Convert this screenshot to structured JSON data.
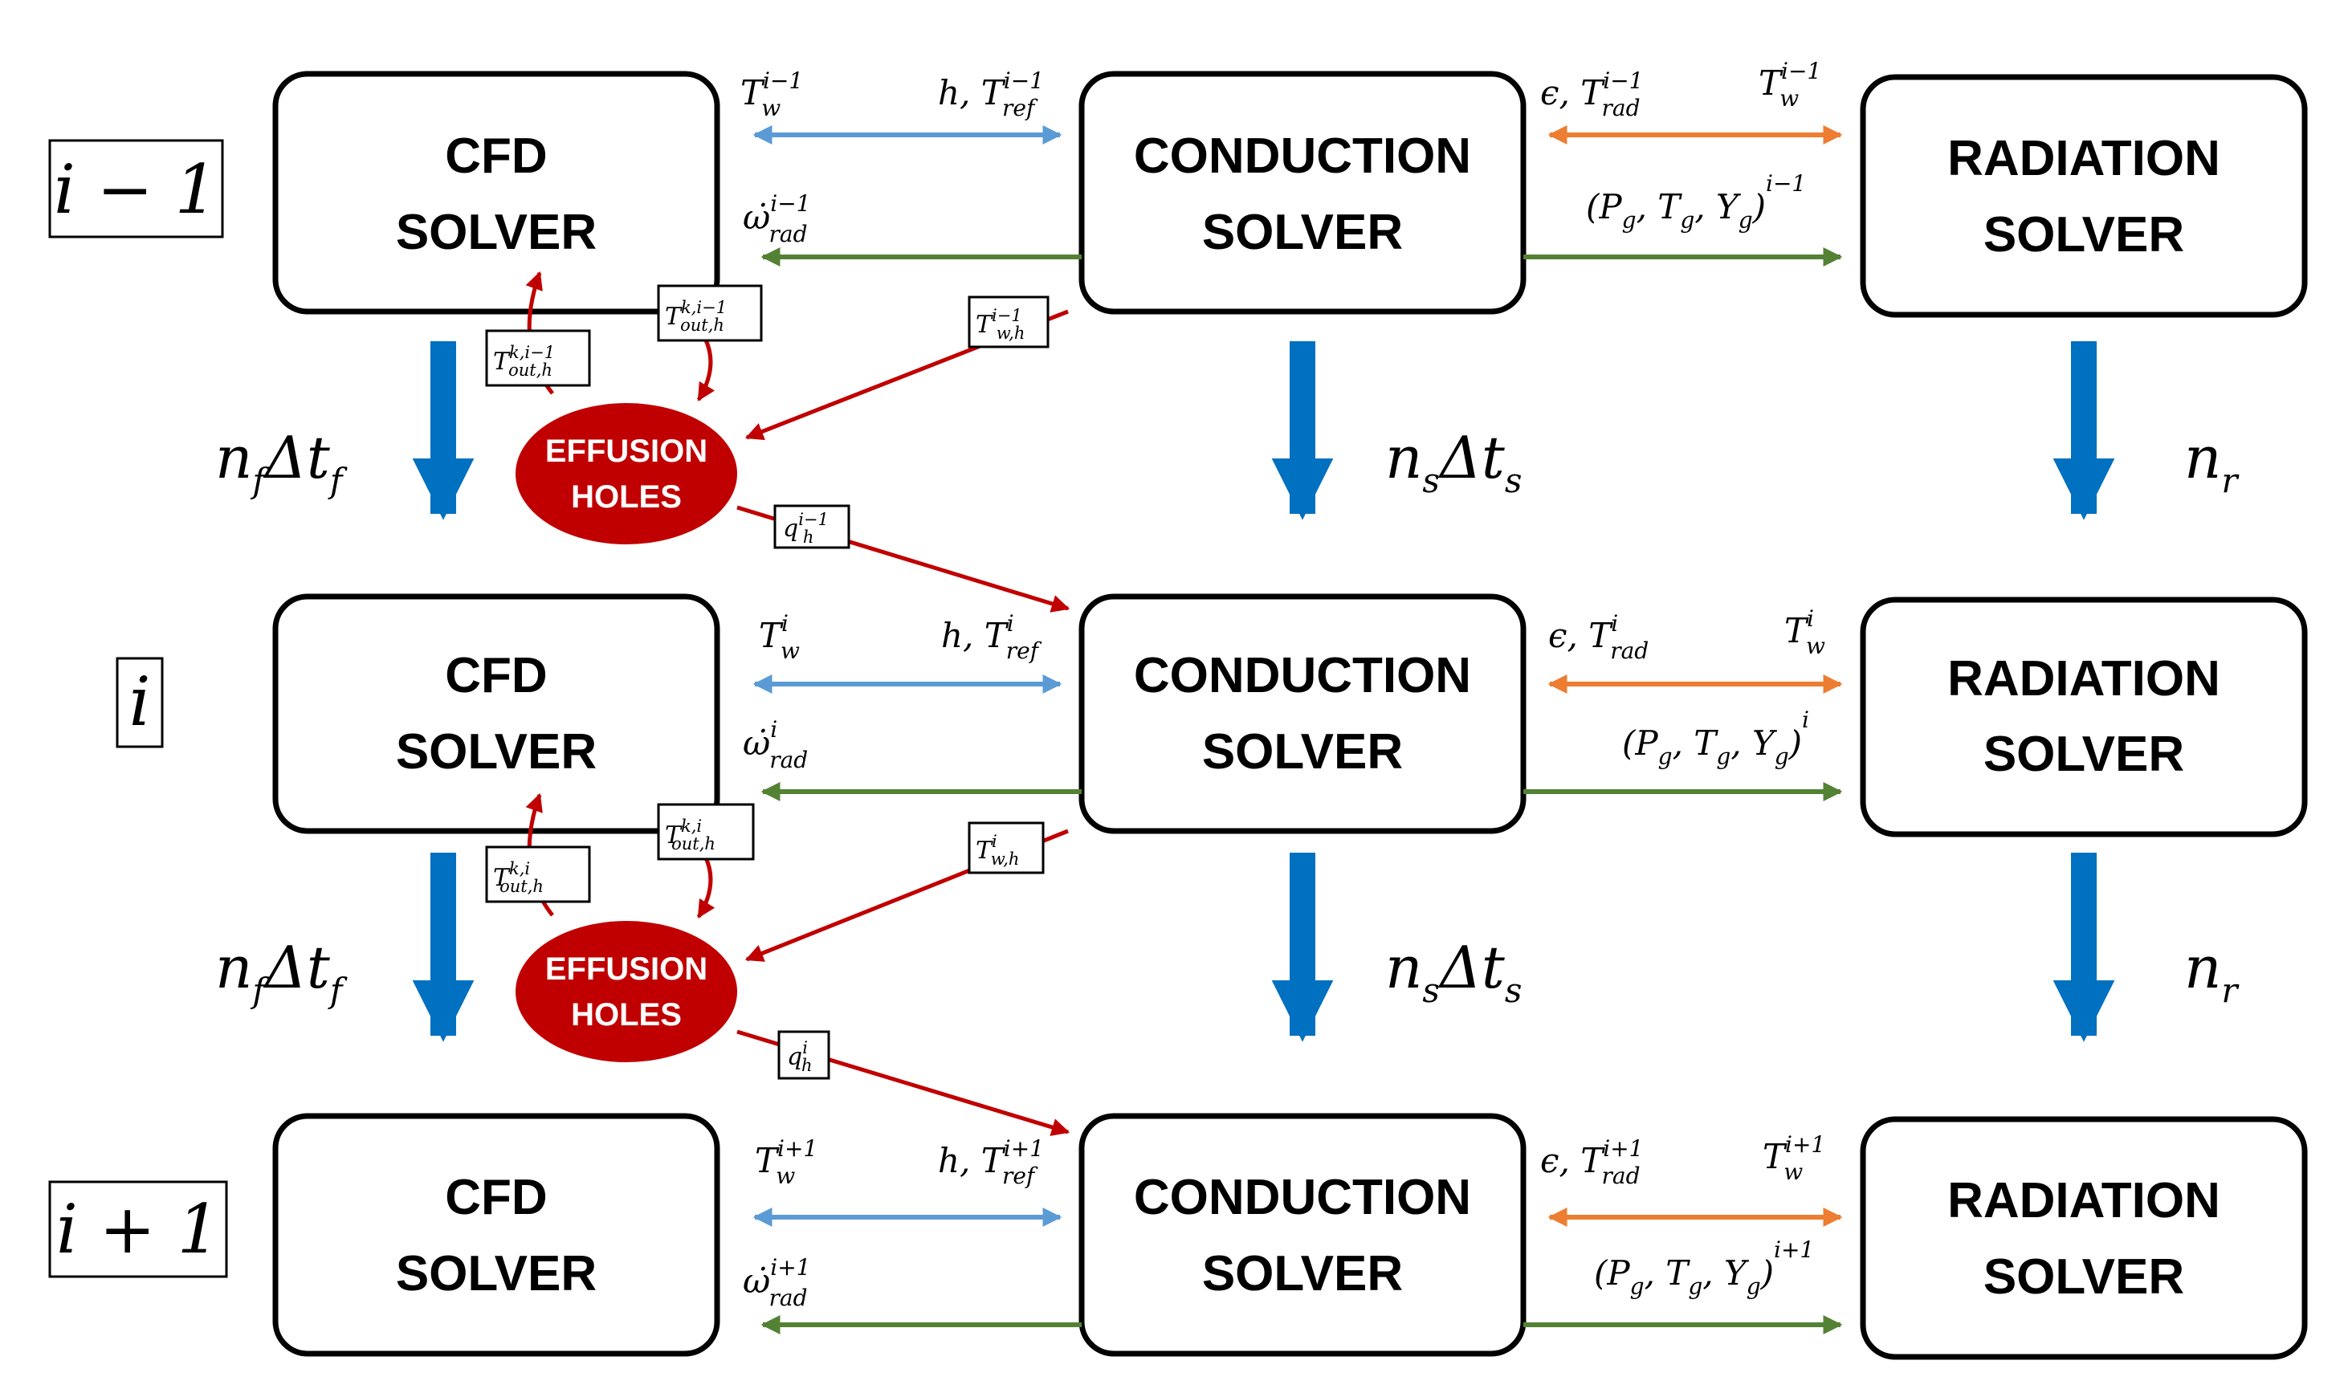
{
  "colors": {
    "coupling_blue": "#5B9BD5",
    "radiation_orange": "#ED7D31",
    "source_green": "#548235",
    "effusion_red": "#C00000",
    "time_advance_blue": "#0070C0"
  },
  "solvers": {
    "cfd": {
      "line1": "CFD",
      "line2": "SOLVER"
    },
    "conduction": {
      "line1": "CONDUCTION",
      "line2": "SOLVER"
    },
    "radiation": {
      "line1": "RADIATION",
      "line2": "SOLVER"
    }
  },
  "effusion": {
    "line1": "EFFUSION",
    "line2": "HOLES"
  },
  "rows": [
    {
      "iteration": "i − 1",
      "sup": "i−1",
      "tout_sup": "k,i−1",
      "tw": {
        "base": "T",
        "sub": "w"
      },
      "h_tref": {
        "prefix": "h, ",
        "base": "T",
        "sub": "ref"
      },
      "eps_trad": {
        "prefix": "ϵ, ",
        "base": "T",
        "sub": "rad"
      },
      "tw_rad": {
        "base": "T",
        "sub": "w"
      },
      "omega_rad": {
        "base": "ω̇",
        "sub": "rad"
      },
      "state": {
        "text": "(P",
        "pg": "g",
        "tg_pre": ", T",
        "tg": "g",
        "yg_pre": ", Y",
        "yg": "g",
        "close": ")"
      },
      "tout_left": {
        "base": "T",
        "sub": "out,h"
      },
      "tout_right": {
        "base": "T",
        "sub": "out,h"
      },
      "twh": {
        "base": "T",
        "sub": "w,h"
      },
      "qh": {
        "base": "q",
        "sub": "h"
      }
    },
    {
      "iteration": "i",
      "sup": "i",
      "tout_sup": "k,i",
      "tw": {
        "base": "T",
        "sub": "w"
      },
      "h_tref": {
        "prefix": "h, ",
        "base": "T",
        "sub": "ref"
      },
      "eps_trad": {
        "prefix": "ϵ, ",
        "base": "T",
        "sub": "rad"
      },
      "tw_rad": {
        "base": "T",
        "sub": "w"
      },
      "omega_rad": {
        "base": "ω̇",
        "sub": "rad"
      },
      "state": {
        "text": "(P",
        "pg": "g",
        "tg_pre": ", T",
        "tg": "g",
        "yg_pre": ", Y",
        "yg": "g",
        "close": ")"
      },
      "tout_left": {
        "base": "T",
        "sub": "out,h"
      },
      "tout_right": {
        "base": "T",
        "sub": "out,h"
      },
      "twh": {
        "base": "T",
        "sub": "w,h"
      },
      "qh": {
        "base": "q",
        "sub": "h"
      }
    },
    {
      "iteration": "i + 1",
      "sup": "i+1",
      "tw": {
        "base": "T",
        "sub": "w"
      },
      "h_tref": {
        "prefix": "h, ",
        "base": "T",
        "sub": "ref"
      },
      "eps_trad": {
        "prefix": "ϵ, ",
        "base": "T",
        "sub": "rad"
      },
      "tw_rad": {
        "base": "T",
        "sub": "w"
      },
      "omega_rad": {
        "base": "ω̇",
        "sub": "rad"
      },
      "state": {
        "text": "(P",
        "pg": "g",
        "tg_pre": ", T",
        "tg": "g",
        "yg_pre": ", Y",
        "yg": "g",
        "close": ")"
      }
    }
  ],
  "steps": {
    "fluid": {
      "n": "n",
      "n_sub": "f",
      "dt": "Δt",
      "dt_sub": "f"
    },
    "solid": {
      "n": "n",
      "n_sub": "s",
      "dt": "Δt",
      "dt_sub": "s"
    },
    "radiation": {
      "n": "n",
      "n_sub": "r"
    }
  }
}
